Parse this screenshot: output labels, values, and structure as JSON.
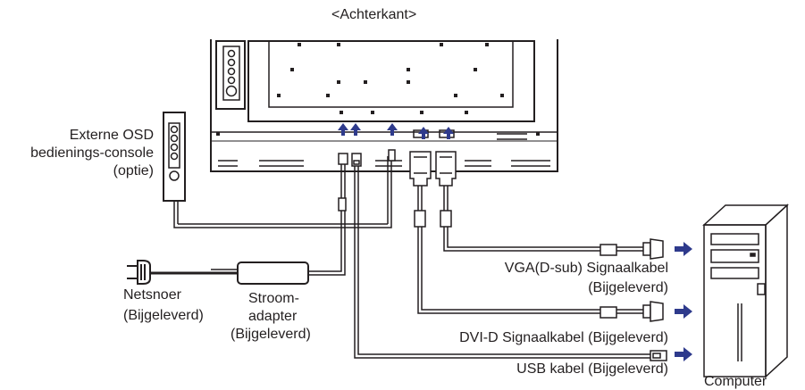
{
  "title": "<Achterkant>",
  "labels": {
    "osd_line1": "Externe OSD",
    "osd_line2": "bedienings-console",
    "osd_line3": "(optie)",
    "power_cord_line1": "Netsnoer",
    "power_cord_line2": "(Bijgeleverd)",
    "adapter_line1": "Stroom-",
    "adapter_line2": "adapter",
    "adapter_line3": "(Bijgeleverd)",
    "vga_line1": "VGA(D-sub) Signaalkabel",
    "vga_line2": "(Bijgeleverd)",
    "dvi": "DVI-D Signaalkabel (Bijgeleverd)",
    "usb": "USB kabel (Bijgeleverd)",
    "computer": "Computer"
  },
  "colors": {
    "line": "#231f20",
    "arrow": "#2e3a8c",
    "fill_light": "#f2f2f2"
  },
  "icons": [
    "arrow-up-icon",
    "arrow-right-icon",
    "plug-icon",
    "vga-connector-icon",
    "dvi-connector-icon",
    "usb-connector-icon",
    "computer-tower-icon"
  ]
}
